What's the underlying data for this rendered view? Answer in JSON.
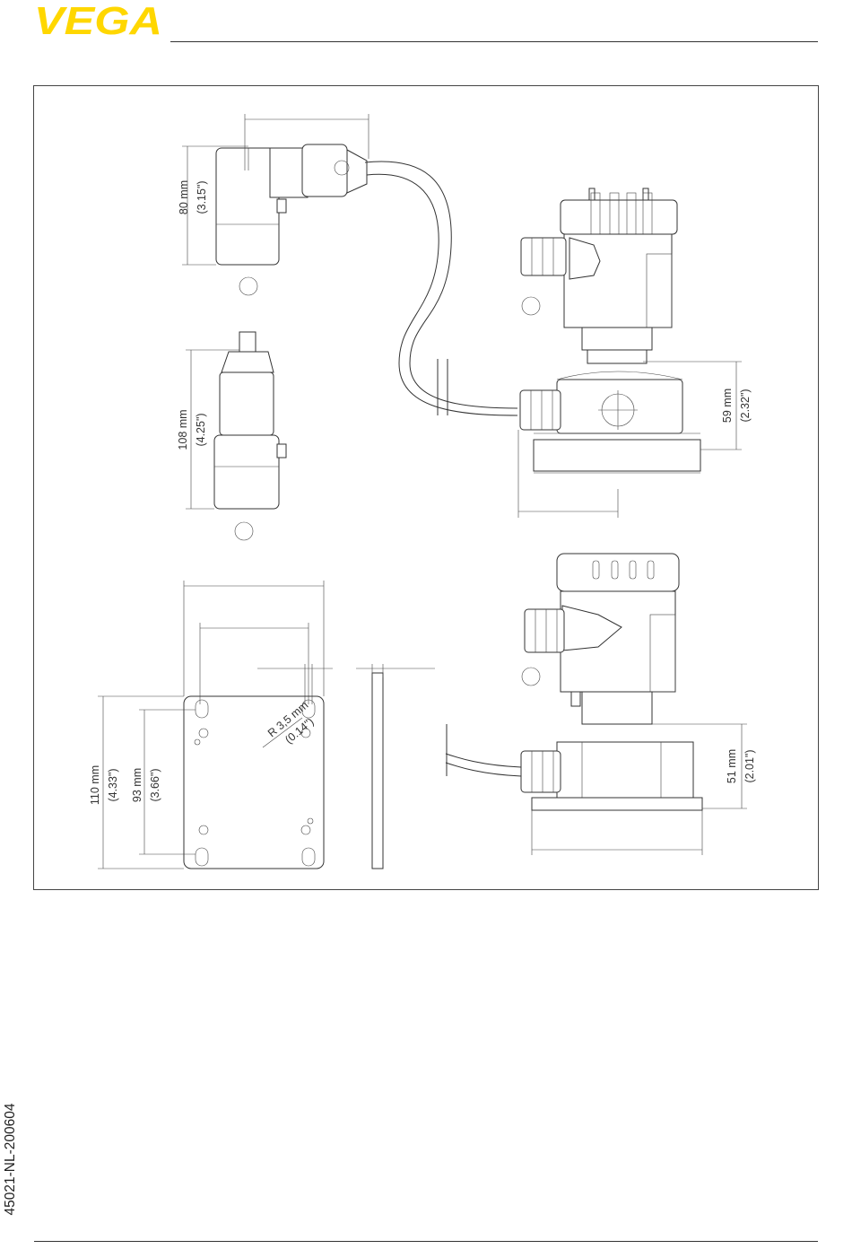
{
  "header": {
    "logo": "VEGA",
    "logo_color": "#FFD700"
  },
  "side": {
    "document_code": "45021-NL-200604"
  },
  "drawing": {
    "dim_80": {
      "metric": "80 mm",
      "imperial": "(3.15\")"
    },
    "dim_108": {
      "metric": "108 mm",
      "imperial": "(4.25\")"
    },
    "dim_110": {
      "metric": "110 mm",
      "imperial": "(4.33\")"
    },
    "dim_93": {
      "metric": "93 mm",
      "imperial": "(3.66\")"
    },
    "dim_radius": {
      "metric": "R 3,5 mm",
      "imperial": "(0.14\")"
    },
    "dim_59": {
      "metric": "59 mm",
      "imperial": "(2.32\")"
    },
    "dim_51": {
      "metric": "51 mm",
      "imperial": "(2.01\")"
    }
  },
  "colors": {
    "accent": "#FFD700",
    "line": "#333333"
  }
}
